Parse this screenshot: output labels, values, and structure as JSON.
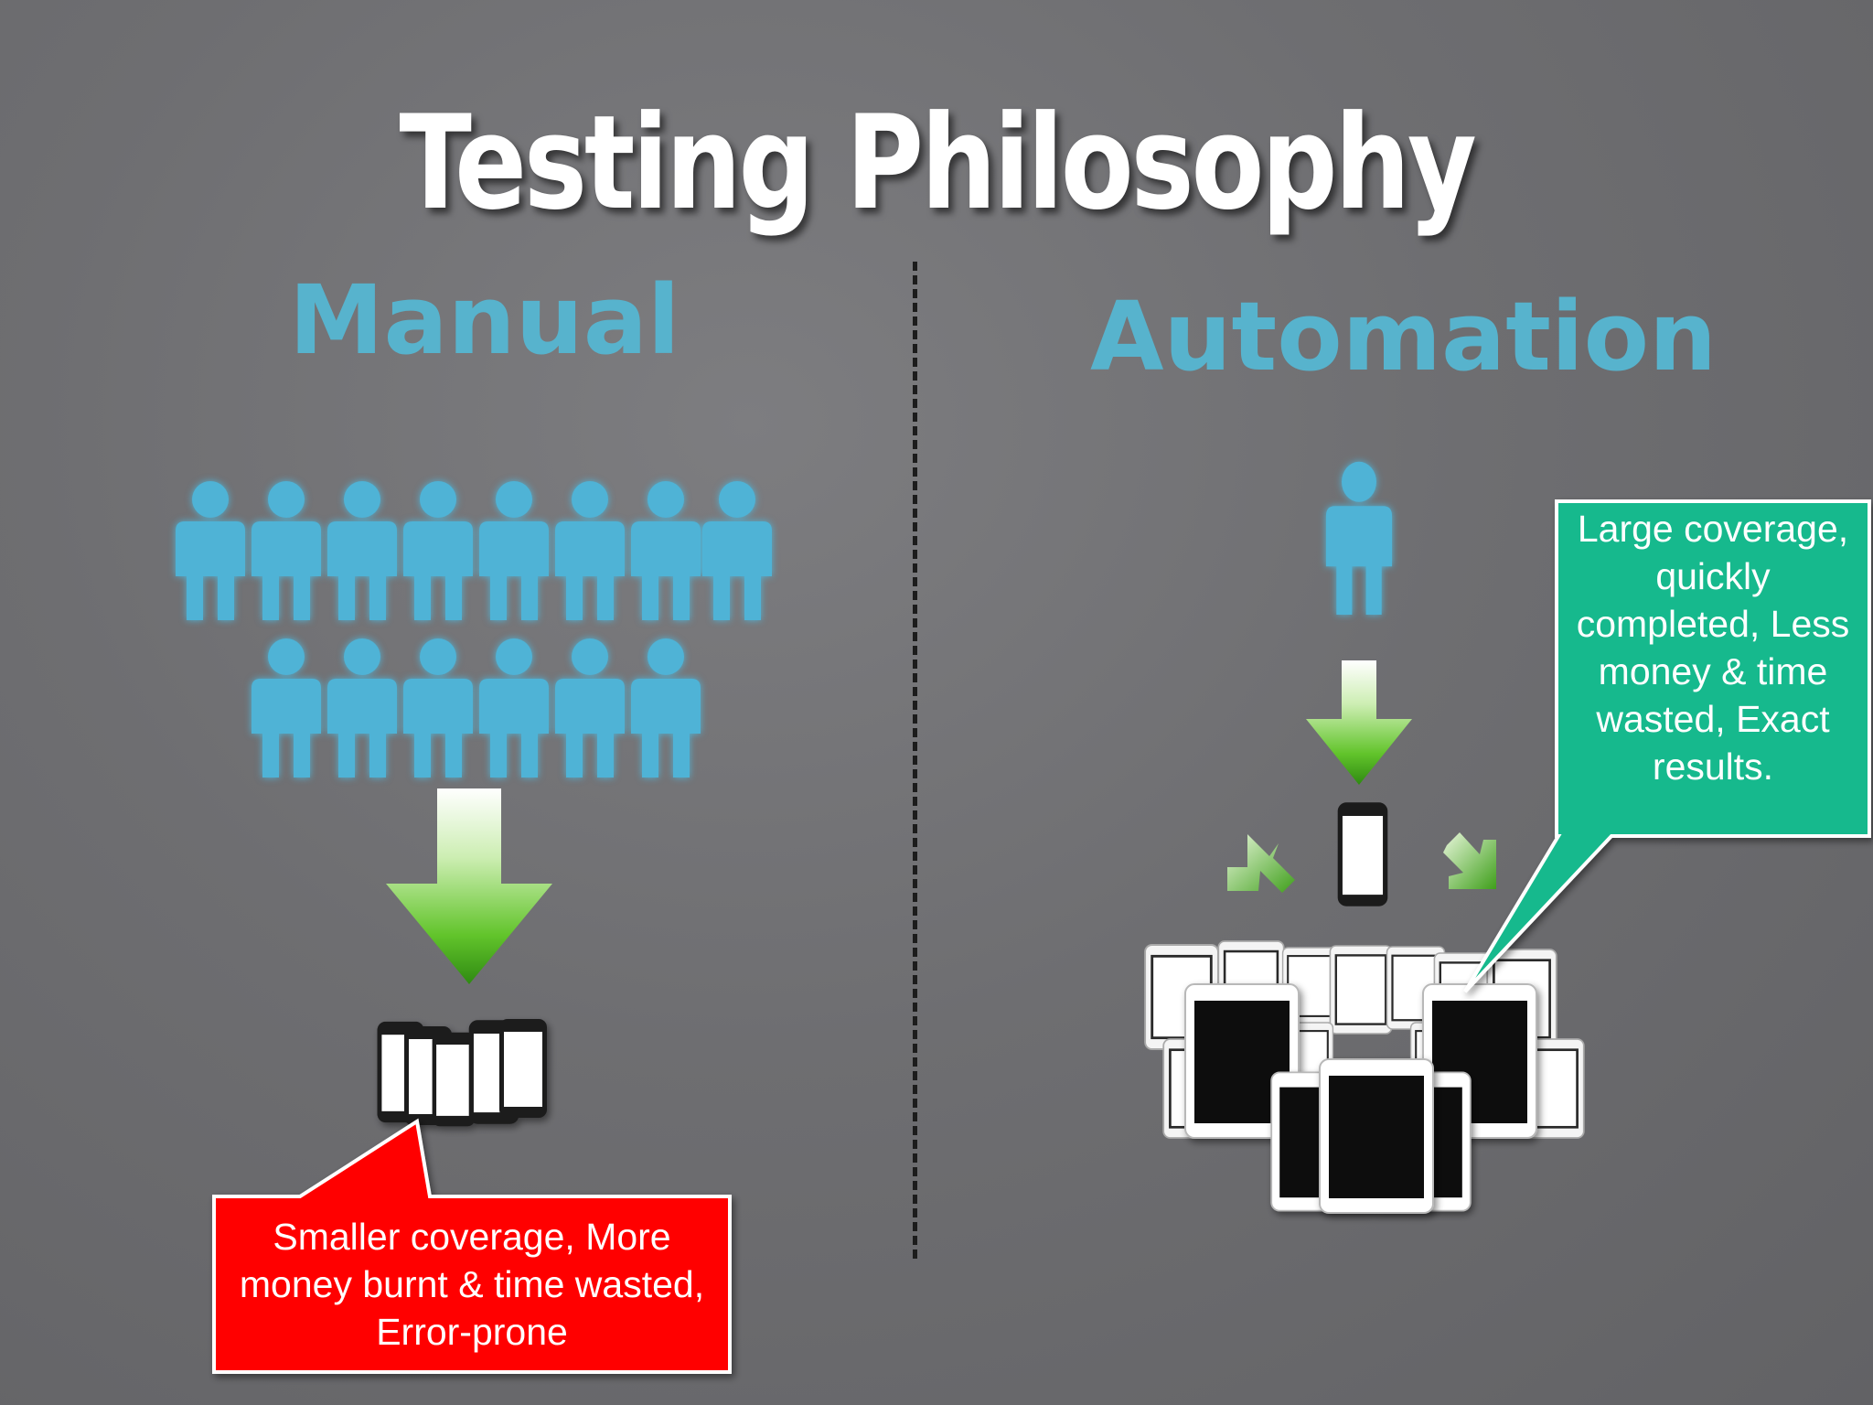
{
  "title": "Testing Philosophy",
  "columns": {
    "manual": {
      "heading": "Manual",
      "callout": "Smaller coverage, More money burnt & time wasted, Error-prone",
      "callout_color": "#ff0000",
      "testers_count": 14,
      "devices_count": 5
    },
    "automation": {
      "heading": "Automation",
      "callout": "Large coverage, quickly completed, Less money & time wasted, Exact results.",
      "callout_color": "#15b98d",
      "testers_count": 1
    }
  },
  "colors": {
    "heading": "#57b3cd",
    "person": "#4fb3d6",
    "arrow": "#3f9f1b",
    "divider": "#1c1c1c"
  },
  "icons": [
    "person-icon",
    "down-arrow-icon",
    "smartphone-icon",
    "tablet-icon"
  ]
}
